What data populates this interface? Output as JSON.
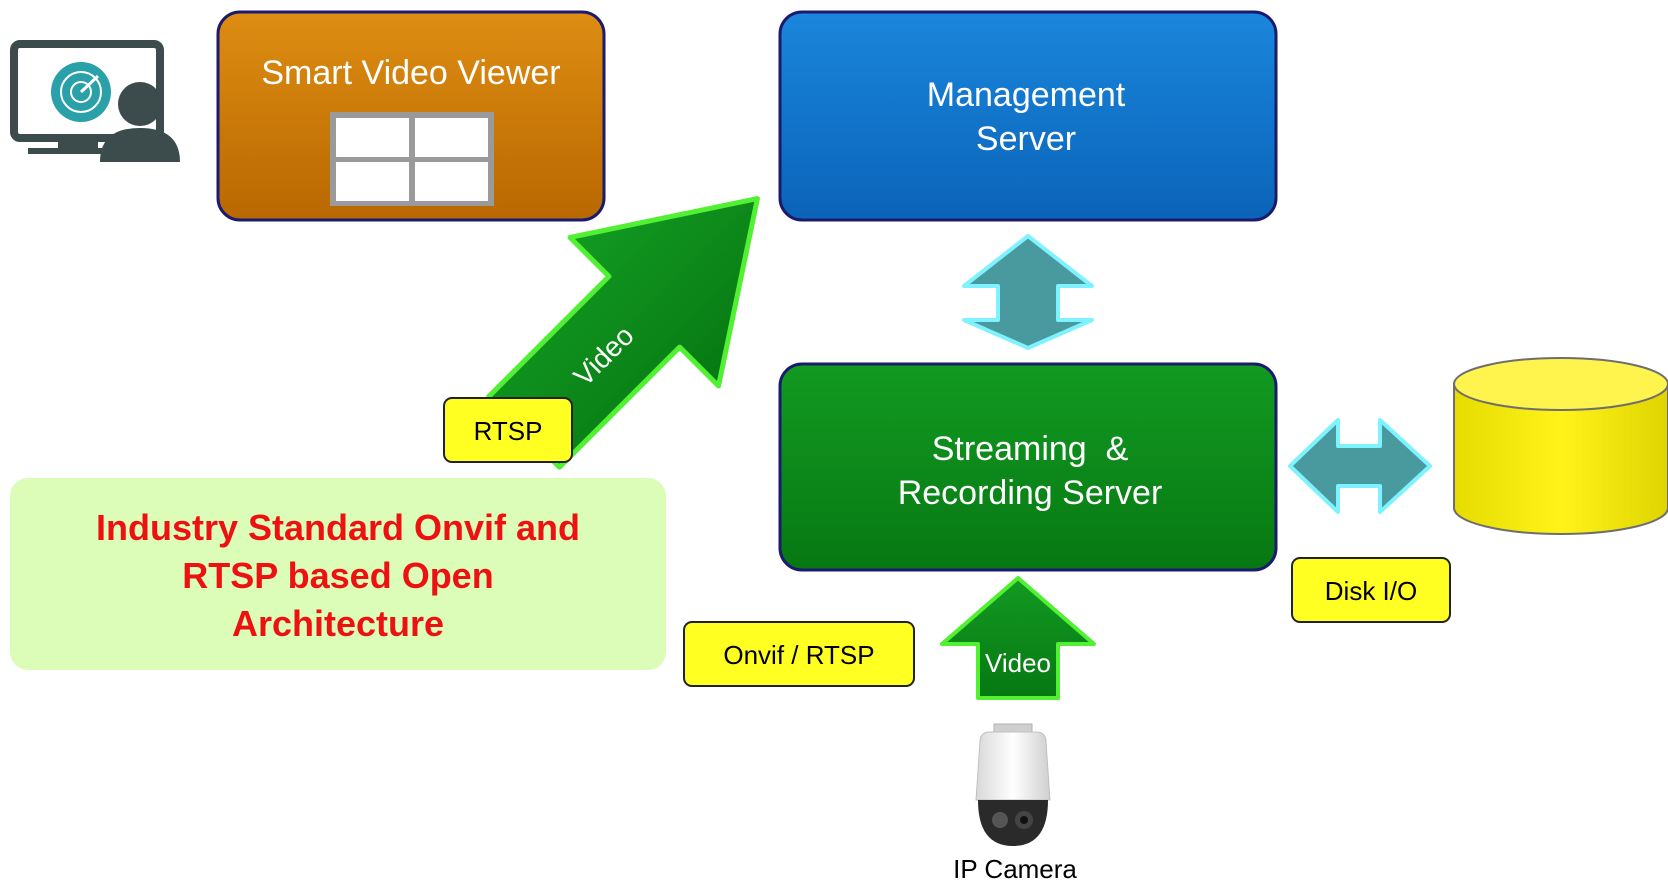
{
  "nodes": {
    "viewer": {
      "label": "Smart Video Viewer",
      "color": "#cc7a00"
    },
    "management": {
      "line1": "Management",
      "line2": "Server",
      "color": "#0a72c8"
    },
    "streaming": {
      "line1": "Streaming  &",
      "line2": "Recording Server",
      "color": "#0a8a1a"
    },
    "camera": {
      "label": "IP Camera",
      "icon": "ptz-camera-icon"
    },
    "storage": {
      "icon": "database-cylinder-icon",
      "color": "#f2ea00"
    },
    "operator": {
      "icon": "operator-monitor-icon"
    }
  },
  "arrows": {
    "viewer_video": "Video",
    "camera_video": "Video"
  },
  "tags": {
    "rtsp": "RTSP",
    "onvif_rtsp": "Onvif / RTSP",
    "disk_io": "Disk I/O"
  },
  "callout": {
    "line1": "Industry Standard Onvif and",
    "line2": "RTSP based Open",
    "line3": "Architecture",
    "text_color": "#ee1111",
    "bg_color": "#dcfdb8"
  }
}
